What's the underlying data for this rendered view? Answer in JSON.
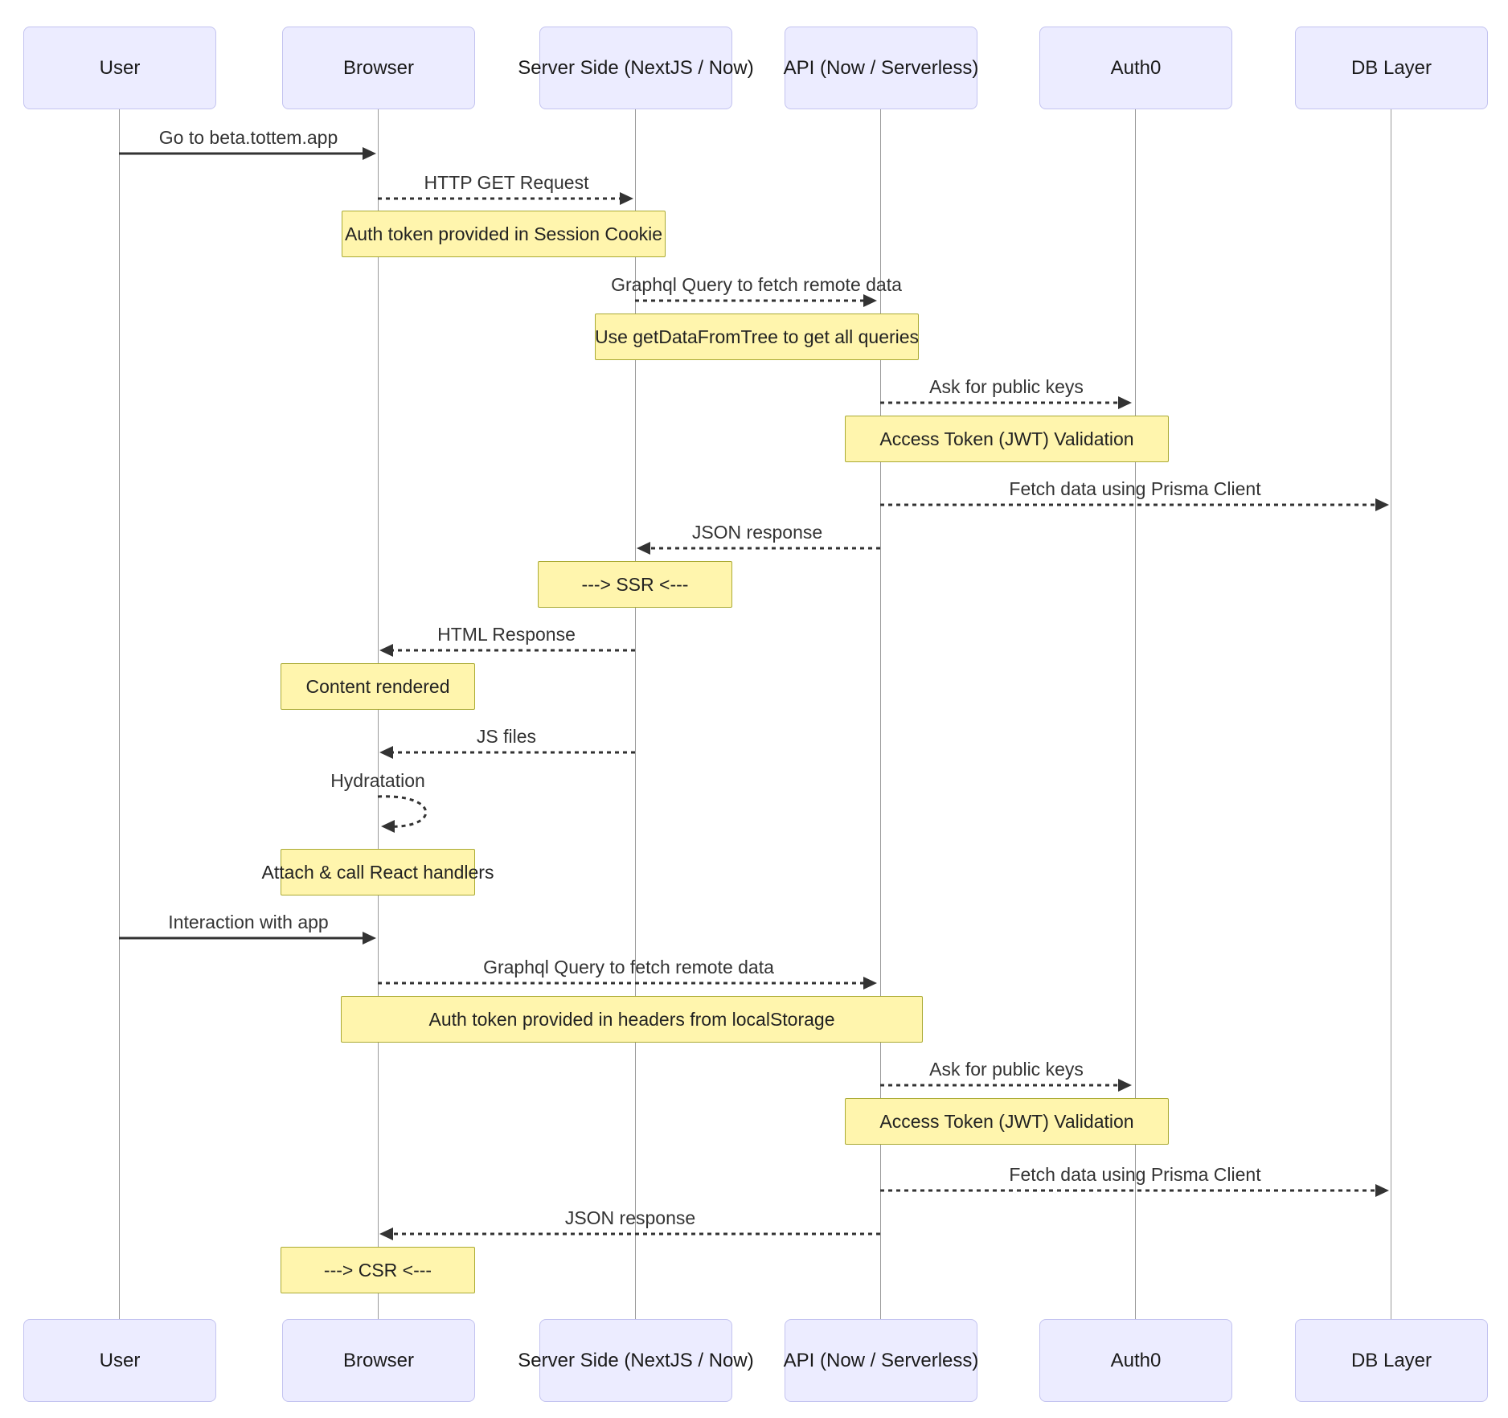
{
  "diagram": {
    "type": "sequence",
    "actors": [
      {
        "id": "user",
        "label": "User"
      },
      {
        "id": "browser",
        "label": "Browser"
      },
      {
        "id": "server",
        "label": "Server Side (NextJS / Now)"
      },
      {
        "id": "api",
        "label": "API (Now / Serverless)"
      },
      {
        "id": "auth0",
        "label": "Auth0"
      },
      {
        "id": "db",
        "label": "DB Layer"
      }
    ],
    "messages": [
      {
        "label": "Go to beta.tottem.app",
        "from": "User",
        "to": "Browser",
        "line": "solid"
      },
      {
        "label": "HTTP GET Request",
        "from": "Browser",
        "to": "Server Side (NextJS / Now)",
        "line": "dashed"
      },
      {
        "label": "Graphql Query to fetch remote data",
        "from": "Server Side (NextJS / Now)",
        "to": "API (Now / Serverless)",
        "line": "dashed"
      },
      {
        "label": "Ask for public keys",
        "from": "API (Now / Serverless)",
        "to": "Auth0",
        "line": "dashed"
      },
      {
        "label": "Fetch data using Prisma Client",
        "from": "API (Now / Serverless)",
        "to": "DB Layer",
        "line": "dashed"
      },
      {
        "label": "JSON response",
        "from": "API (Now / Serverless)",
        "to": "Server Side (NextJS / Now)",
        "line": "dashed"
      },
      {
        "label": "HTML Response",
        "from": "Server Side (NextJS / Now)",
        "to": "Browser",
        "line": "dashed"
      },
      {
        "label": "JS files",
        "from": "Server Side (NextJS / Now)",
        "to": "Browser",
        "line": "dashed"
      },
      {
        "label": "Hydratation",
        "from": "Browser",
        "to": "Browser",
        "line": "dashed-self"
      },
      {
        "label": "Interaction with app",
        "from": "User",
        "to": "Browser",
        "line": "solid"
      },
      {
        "label": "Graphql Query to fetch remote data",
        "from": "Browser",
        "to": "API (Now / Serverless)",
        "line": "dashed"
      },
      {
        "label": "Ask for public keys",
        "from": "API (Now / Serverless)",
        "to": "Auth0",
        "line": "dashed"
      },
      {
        "label": "Fetch data using Prisma Client",
        "from": "API (Now / Serverless)",
        "to": "DB Layer",
        "line": "dashed"
      },
      {
        "label": "JSON response",
        "from": "API (Now / Serverless)",
        "to": "Browser",
        "line": "dashed"
      }
    ],
    "notes": [
      {
        "text": "Auth token provided in Session Cookie",
        "over": "Browser / Server Side"
      },
      {
        "text": "Use getDataFromTree to get all queries",
        "over": "Server Side / API"
      },
      {
        "text": "Access Token (JWT) Validation",
        "over": "API / Auth0"
      },
      {
        "text": "---> SSR <---",
        "over": "Server Side"
      },
      {
        "text": "Content rendered",
        "over": "Browser"
      },
      {
        "text": "Attach & call React handlers",
        "over": "Browser"
      },
      {
        "text": "Auth token provided in headers from localStorage",
        "over": "Browser / API"
      },
      {
        "text": "Access Token (JWT) Validation",
        "over": "API / Auth0"
      },
      {
        "text": "---> CSR <---",
        "over": "Browser"
      }
    ],
    "colors": {
      "actor_fill": "#ECECFF",
      "actor_border": "#c3c3f0",
      "note_fill": "#fff5ad",
      "note_border": "#aaaa33",
      "line": "#333333",
      "lifeline": "#9a9a9a",
      "text": "#333333"
    }
  }
}
